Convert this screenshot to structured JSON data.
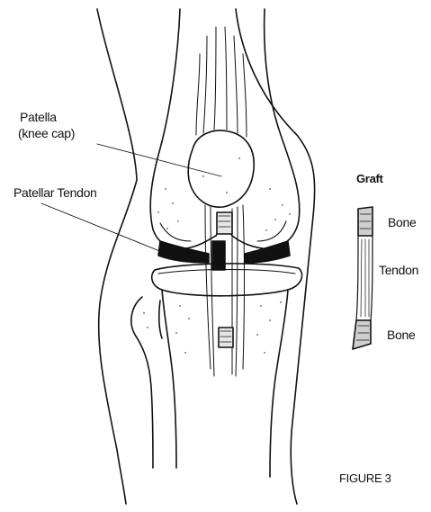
{
  "labels": {
    "patella_line1": "Patella",
    "patella_line2": "(knee cap)",
    "patellar_tendon": "Patellar Tendon",
    "graft": "Graft",
    "graft_bone_top": "Bone",
    "graft_tendon": "Tendon",
    "graft_bone_bottom": "Bone",
    "figure": "FIGURE 3"
  },
  "colors": {
    "ink": "#111111",
    "paper": "#ffffff",
    "speckle": "#555555",
    "graft_bone_fill": "#cfcfcf"
  }
}
